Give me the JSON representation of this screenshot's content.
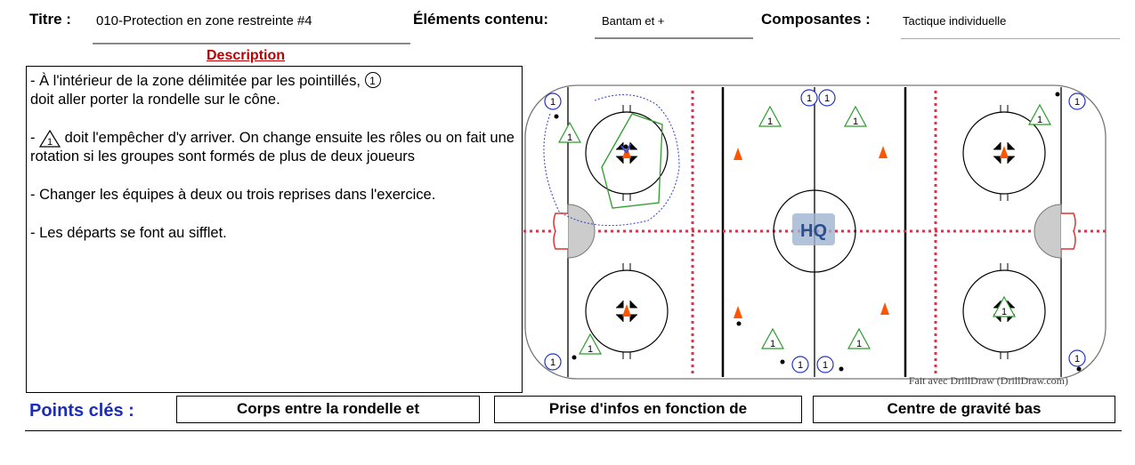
{
  "header": {
    "titre_label": "Titre :",
    "titre_value": "010-Protection en zone restreinte #4",
    "elements_label": "Éléments contenu:",
    "elements_value": "Bantam et +",
    "composantes_label": "Composantes :",
    "composantes_value": "Tactique individuelle"
  },
  "description": {
    "heading": "Description",
    "p1_pre": " - À l'intérieur de la zone délimitée par les pointillés,",
    "p1_icon": "1",
    "p1_post": "doit aller porter la rondelle sur le cône.",
    "p2_pre": "-",
    "p2_icon": "1",
    "p2_post": " doit l'empêcher d'y arriver. On change ensuite les rôles ou on fait une rotation si les groupes sont formés de plus de deux joueurs",
    "p3": "- Changer les équipes à deux ou trois reprises dans l'exercice.",
    "p4": "- Les départs se font au sifflet."
  },
  "rink": {
    "credit": "Fait avec DrillDraw (DrillDraw.com)",
    "player_label": "1",
    "colors": {
      "red_line": "#e0304a",
      "blue_circle": "#2233cc",
      "green": "#2a9d2a",
      "cone": "#ff5500"
    }
  },
  "points_cles": {
    "label": "Points clés :",
    "items": [
      "Corps entre la rondelle et",
      "Prise d'infos en fonction de",
      "Centre de gravité bas"
    ]
  }
}
